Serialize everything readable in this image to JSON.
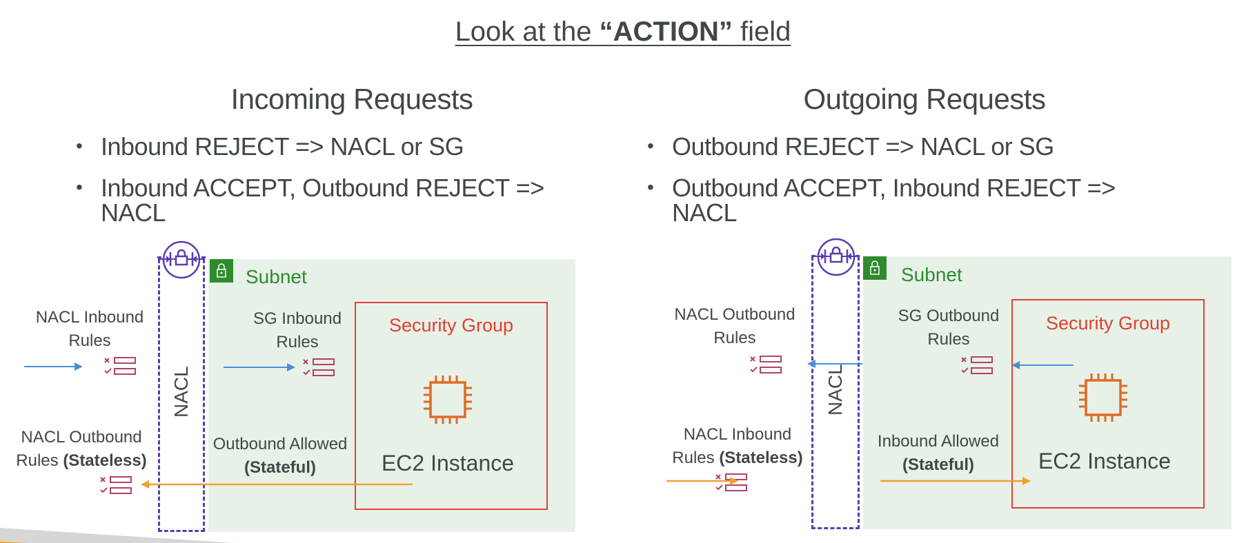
{
  "title": {
    "prefix": "Look at the ",
    "highlight": "“ACTION”",
    "suffix": " field"
  },
  "incoming": {
    "heading": "Incoming Requests",
    "bullets": [
      "Inbound REJECT => NACL or SG",
      "Inbound ACCEPT, Outbound REJECT => NACL"
    ],
    "diagram": {
      "subnet_label": "Subnet",
      "nacl_label": "NACL",
      "security_group_label": "Security Group",
      "ec2_label": "EC2 Instance",
      "nacl_inbound_rules": "NACL Inbound Rules",
      "sg_inbound_rules_line1": "SG Inbound",
      "sg_inbound_rules_line2": "Rules",
      "nacl_outbound_line1": "NACL Outbound",
      "nacl_outbound_line2_prefix": "Rules ",
      "nacl_outbound_line2_bold": "(Stateless)",
      "outbound_allowed_line1": "Outbound Allowed",
      "outbound_allowed_line2": "(Stateful)"
    }
  },
  "outgoing": {
    "heading": "Outgoing Requests",
    "bullets": [
      "Outbound REJECT => NACL or SG",
      "Outbound ACCEPT, Inbound REJECT => NACL"
    ],
    "diagram": {
      "subnet_label": "Subnet",
      "nacl_label": "NACL",
      "security_group_label": "Security Group",
      "ec2_label": "EC2 Instance",
      "nacl_outbound_rules_line1": "NACL Outbound",
      "nacl_outbound_rules_line2": "Rules",
      "sg_outbound_rules_line1": "SG Outbound",
      "sg_outbound_rules_line2": "Rules",
      "nacl_inbound_line1": "NACL Inbound",
      "nacl_inbound_line2_prefix": "Rules ",
      "nacl_inbound_line2_bold": "(Stateless)",
      "inbound_allowed_line1": "Inbound Allowed",
      "inbound_allowed_line2": "(Stateful)"
    }
  },
  "colors": {
    "request_arrow": "#4a8fd4",
    "response_arrow": "#f0a030",
    "nacl": "#5a3bb0",
    "subnet": "#2e8b2e",
    "security_group": "#e0412e",
    "ec2": "#e06a22",
    "rules_icon": "#b0406a"
  }
}
